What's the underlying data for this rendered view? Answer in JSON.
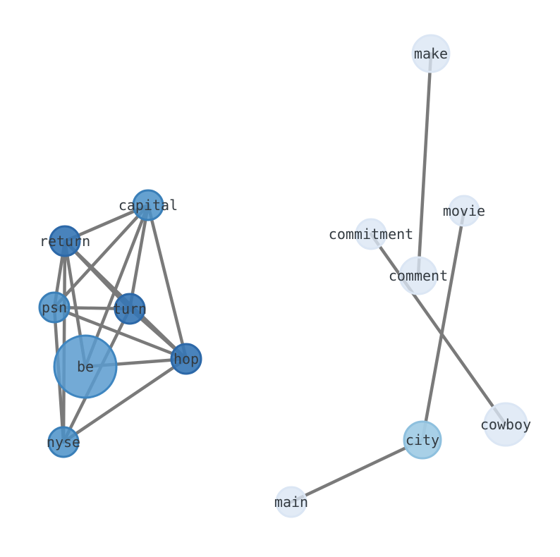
{
  "nodes": {
    "make": {
      "label": "make",
      "fill": "#dbe6f4",
      "stroke": "#dbe6f4",
      "alpha": 0.8
    },
    "movie": {
      "label": "movie",
      "fill": "#dbe6f4",
      "stroke": "#dbe6f4",
      "alpha": 0.8
    },
    "commitment": {
      "label": "commitment",
      "fill": "#dbe6f4",
      "stroke": "#dbe6f4",
      "alpha": 0.8
    },
    "comment": {
      "label": "comment",
      "fill": "#dbe6f4",
      "stroke": "#dbe6f4",
      "alpha": 0.8
    },
    "cowboy": {
      "label": "cowboy",
      "fill": "#dbe6f4",
      "stroke": "#dbe6f4",
      "alpha": 0.8
    },
    "city": {
      "label": "city",
      "fill": "#a3cde6",
      "stroke": "#8ec0de",
      "alpha": 0.95
    },
    "main": {
      "label": "main",
      "fill": "#dbe6f4",
      "stroke": "#dbe6f4",
      "alpha": 0.8
    },
    "capital": {
      "label": "capital",
      "fill": "#4a90c8",
      "stroke": "#3a7fb8",
      "alpha": 0.85
    },
    "return": {
      "label": "return",
      "fill": "#3575b5",
      "stroke": "#2c68a8",
      "alpha": 0.9
    },
    "psn": {
      "label": "psn",
      "fill": "#4a90c8",
      "stroke": "#3a7fb8",
      "alpha": 0.85
    },
    "turn": {
      "label": "turn",
      "fill": "#3575b5",
      "stroke": "#2c68a8",
      "alpha": 0.9
    },
    "hop": {
      "label": "hop",
      "fill": "#3575b5",
      "stroke": "#2c68a8",
      "alpha": 0.9
    },
    "be": {
      "label": "be",
      "fill": "#5b9bcf",
      "stroke": "#3f86c0",
      "alpha": 0.85
    },
    "nyse": {
      "label": "nyse",
      "fill": "#4a90c8",
      "stroke": "#3a7fb8",
      "alpha": 0.85
    }
  },
  "edges": [
    [
      "make",
      "comment"
    ],
    [
      "movie",
      "city"
    ],
    [
      "commitment",
      "cowboy"
    ],
    [
      "city",
      "main"
    ],
    [
      "capital",
      "return"
    ],
    [
      "capital",
      "psn"
    ],
    [
      "capital",
      "turn"
    ],
    [
      "capital",
      "be"
    ],
    [
      "capital",
      "hop"
    ],
    [
      "return",
      "psn"
    ],
    [
      "return",
      "turn"
    ],
    [
      "return",
      "hop"
    ],
    [
      "return",
      "be"
    ],
    [
      "return",
      "nyse"
    ],
    [
      "psn",
      "turn"
    ],
    [
      "psn",
      "hop"
    ],
    [
      "psn",
      "nyse"
    ],
    [
      "turn",
      "hop"
    ],
    [
      "turn",
      "nyse"
    ],
    [
      "be",
      "hop"
    ],
    [
      "hop",
      "nyse"
    ]
  ]
}
